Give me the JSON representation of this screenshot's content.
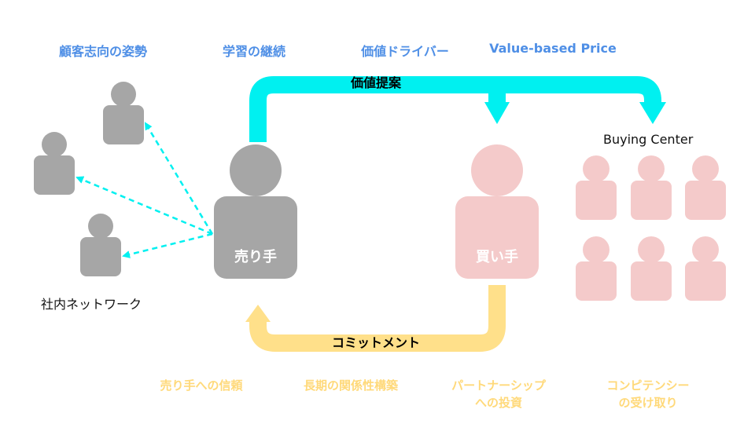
{
  "top_labels": {
    "customer_orientation": "顧客志向の姿勢",
    "continuous_learning": "学習の継続",
    "value_driver": "価値ドライバー",
    "value_based_price": "Value-based Price"
  },
  "flows": {
    "value_proposal": "価値提案",
    "commitment": "コミットメント"
  },
  "persons": {
    "seller": "売り手",
    "buyer": "買い手"
  },
  "captions": {
    "buying_center": "Buying Center",
    "internal_network": "社内ネットワーク"
  },
  "bottom_labels": {
    "seller_trust": "売り手への信頼",
    "long_term": "長期の関係性構築",
    "partnership_line1": "パートナーシップ",
    "partnership_line2": "への投資",
    "competency_line1": "コンピテンシー",
    "competency_line2": "の受け取り"
  },
  "colors": {
    "cyan": "#00f0f0",
    "gray": "#a6a6a6",
    "pink": "#f4caca",
    "yellow": "#ffe08a",
    "blue_text": "#4f8fe6"
  }
}
